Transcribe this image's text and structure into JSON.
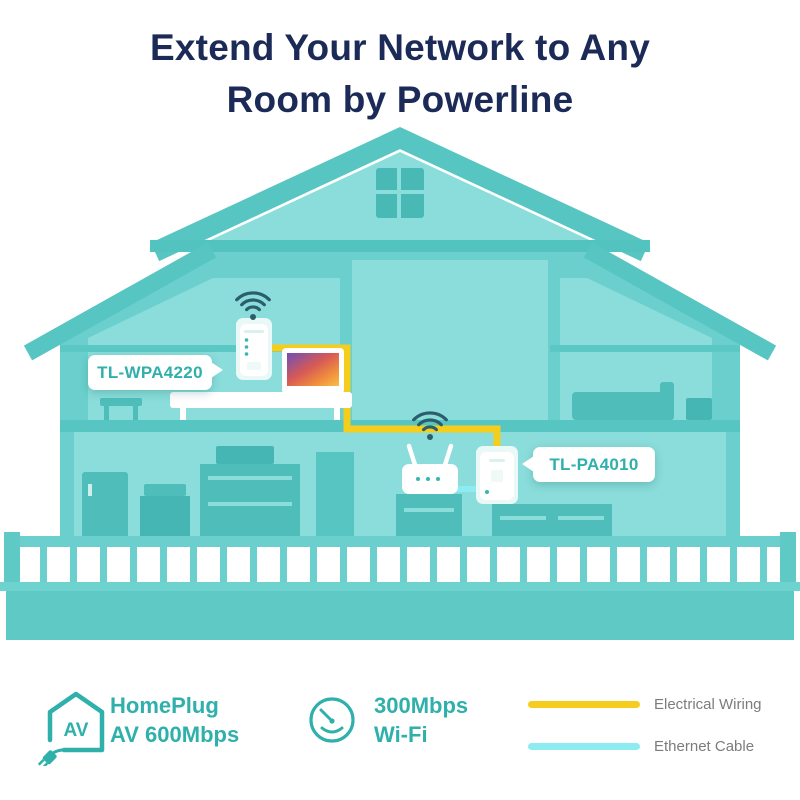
{
  "title": {
    "line1": "Extend Your Network to Any",
    "line2": "Room by Powerline"
  },
  "house": {
    "wpa4220_callout": "TL-WPA4220",
    "pa4010_callout": "TL-PA4010"
  },
  "legend": {
    "homeplug": {
      "icon_text": "AV",
      "line1": "HomePlug",
      "line2": "AV 600Mbps"
    },
    "wifi": {
      "line1": "300Mbps",
      "line2": "Wi-Fi"
    },
    "wiring": {
      "label": "Electrical Wiring",
      "color": "#F5CE1D"
    },
    "ethernet": {
      "label": "Ethernet Cable",
      "color": "#8DEBF2"
    }
  },
  "colors": {
    "accent_teal": "#2FB0AB",
    "title_navy": "#1B2A57",
    "house_wall": "#6BD0CD",
    "house_room": "#8ADDDA",
    "house_roof": "#57C5C2",
    "wifi_icon": "#2B5E6B"
  }
}
